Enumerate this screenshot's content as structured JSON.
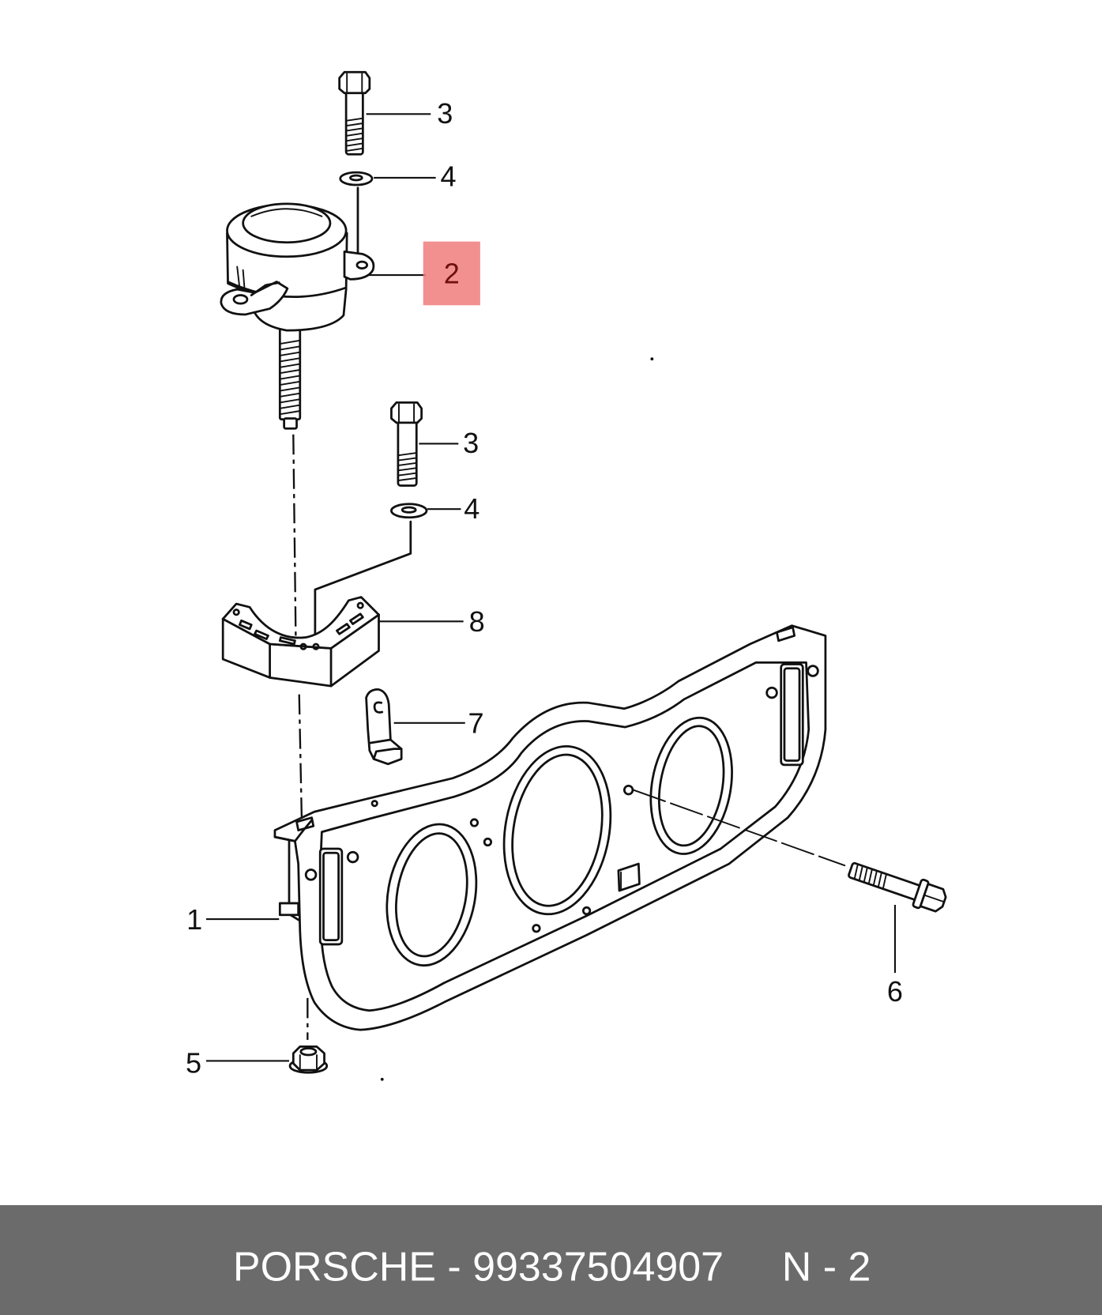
{
  "callouts": [
    "3",
    "4",
    "2",
    "3",
    "4",
    "8",
    "7",
    "1",
    "5",
    "6"
  ],
  "footer": {
    "part_label": "PORSCHE - 99337504907",
    "position_label": "N - 2"
  },
  "colors": {
    "highlight": "#f07c7c",
    "footer_bg": "#6b6b6b",
    "footer_text": "#ffffff",
    "line": "#111111"
  }
}
